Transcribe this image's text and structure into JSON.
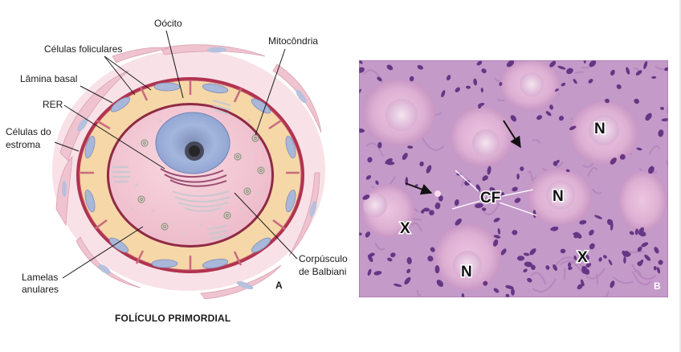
{
  "panel_a": {
    "letter": "A",
    "caption": "FOLÍCULO PRIMORDIAL",
    "labels": {
      "oocito": "Oócito",
      "celulas_foliculares": "Células foliculares",
      "mitocondria": "Mitocôndria",
      "lamina_basal": "Lâmina basal",
      "rer": "RER",
      "celulas_do_estroma_line1": "Células do",
      "celulas_do_estroma_line2": "estroma",
      "lamelas_line1": "Lamelas",
      "lamelas_line2": "anulares",
      "corpusculo_line1": "Corpúsculo",
      "corpusculo_line2": "de Balbiani"
    },
    "colors": {
      "stroma": "#f6dde3",
      "cytoplasm": "#f3c7d3",
      "follicular": "#f7dcae",
      "follicular_nucleus": "#a9b7d8",
      "basal_lamina": "#b0334f",
      "nucleus": "#9eb2dc"
    }
  },
  "panel_b": {
    "letter": "B",
    "labels": {
      "n1": "N",
      "n2": "N",
      "n3": "N",
      "cf": "CF",
      "x1": "X",
      "x2": "X"
    },
    "colors": {
      "tissue": "#c79fcb",
      "nuclei": "#5a2a7a",
      "oocyte": "#e2b8d6"
    }
  }
}
